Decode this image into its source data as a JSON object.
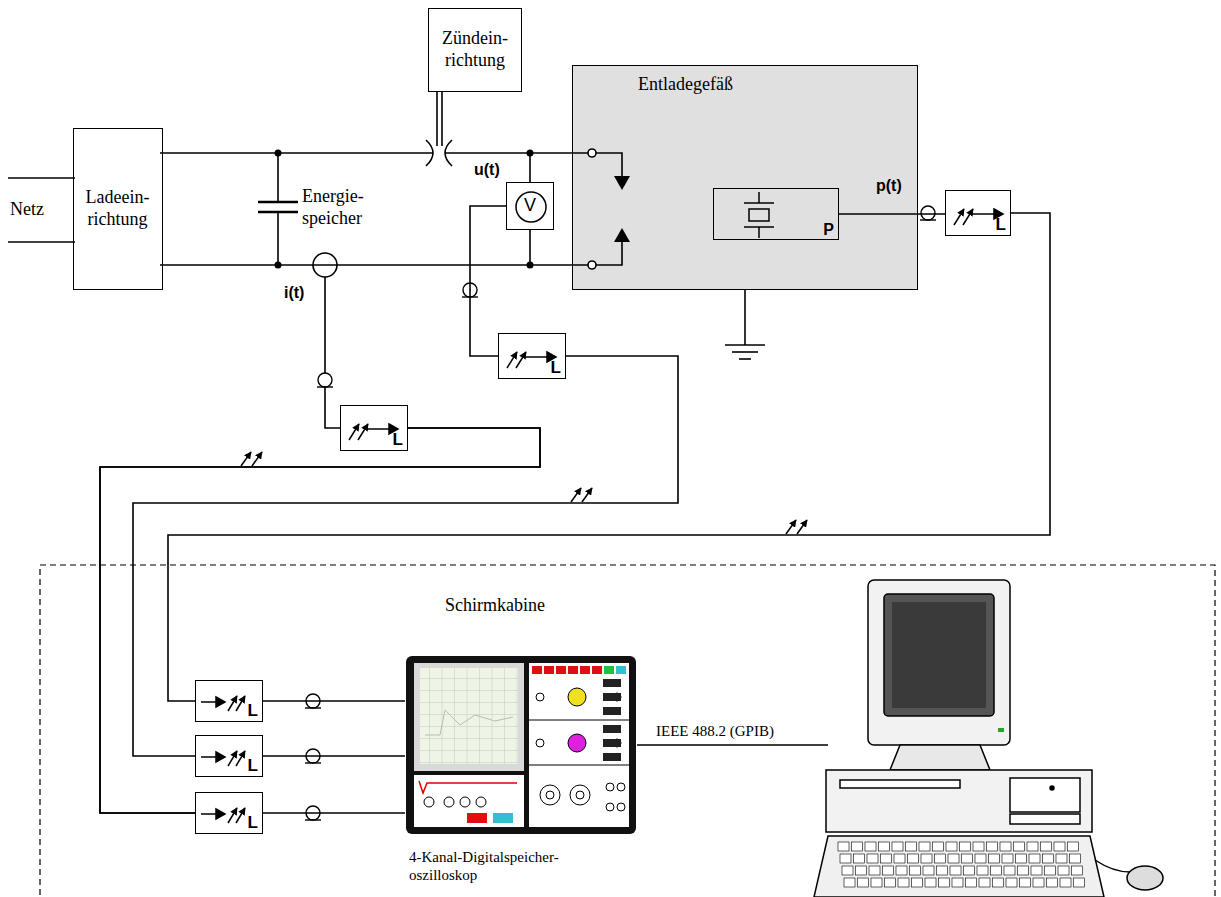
{
  "diagram": {
    "nodes": [
      {
        "text": [
          "Zündein- richtung"
        ]
      },
      {
        "text": [
          "Ladeein- richtung"
        ]
      },
      {
        "text": [
          "V"
        ]
      },
      {
        "text": [
          "Entladegefäß"
        ]
      },
      {
        "text": [
          "P"
        ],
        "in": 3
      },
      {
        "text": [
          "L"
        ]
      },
      {
        "text": [
          "L"
        ]
      },
      {
        "text": [
          "L"
        ]
      },
      {
        "text": [
          "Schirmkabine"
        ]
      },
      {
        "text": [
          "L"
        ],
        "in": 8
      },
      {
        "text": [
          "L"
        ],
        "in": 8
      },
      {
        "text": [
          "L"
        ],
        "in": 8
      },
      {
        "text": [
          "4-Kanal-Digitalspeicher- oszilloskop"
        ],
        "in": 8
      }
    ],
    "edges": [
      {
        "from": 4,
        "to": 5,
        "arrow": "none"
      },
      {
        "from": 2,
        "to": 6,
        "arrow": "none"
      },
      {
        "from": 5,
        "to": 9,
        "arrow": "none"
      },
      {
        "from": 6,
        "to": 10,
        "arrow": "none"
      },
      {
        "from": 7,
        "to": 11,
        "arrow": "none"
      },
      {
        "from": 9,
        "to": 12,
        "arrow": "none"
      },
      {
        "from": 10,
        "to": 12,
        "arrow": "none"
      },
      {
        "from": 11,
        "to": 12,
        "arrow": "none"
      }
    ],
    "labels": [
      "Netz",
      "Energie- speicher",
      "u(t)",
      "p(t)",
      "i(t)",
      "IEEE 488.2 (GPIB)"
    ]
  }
}
